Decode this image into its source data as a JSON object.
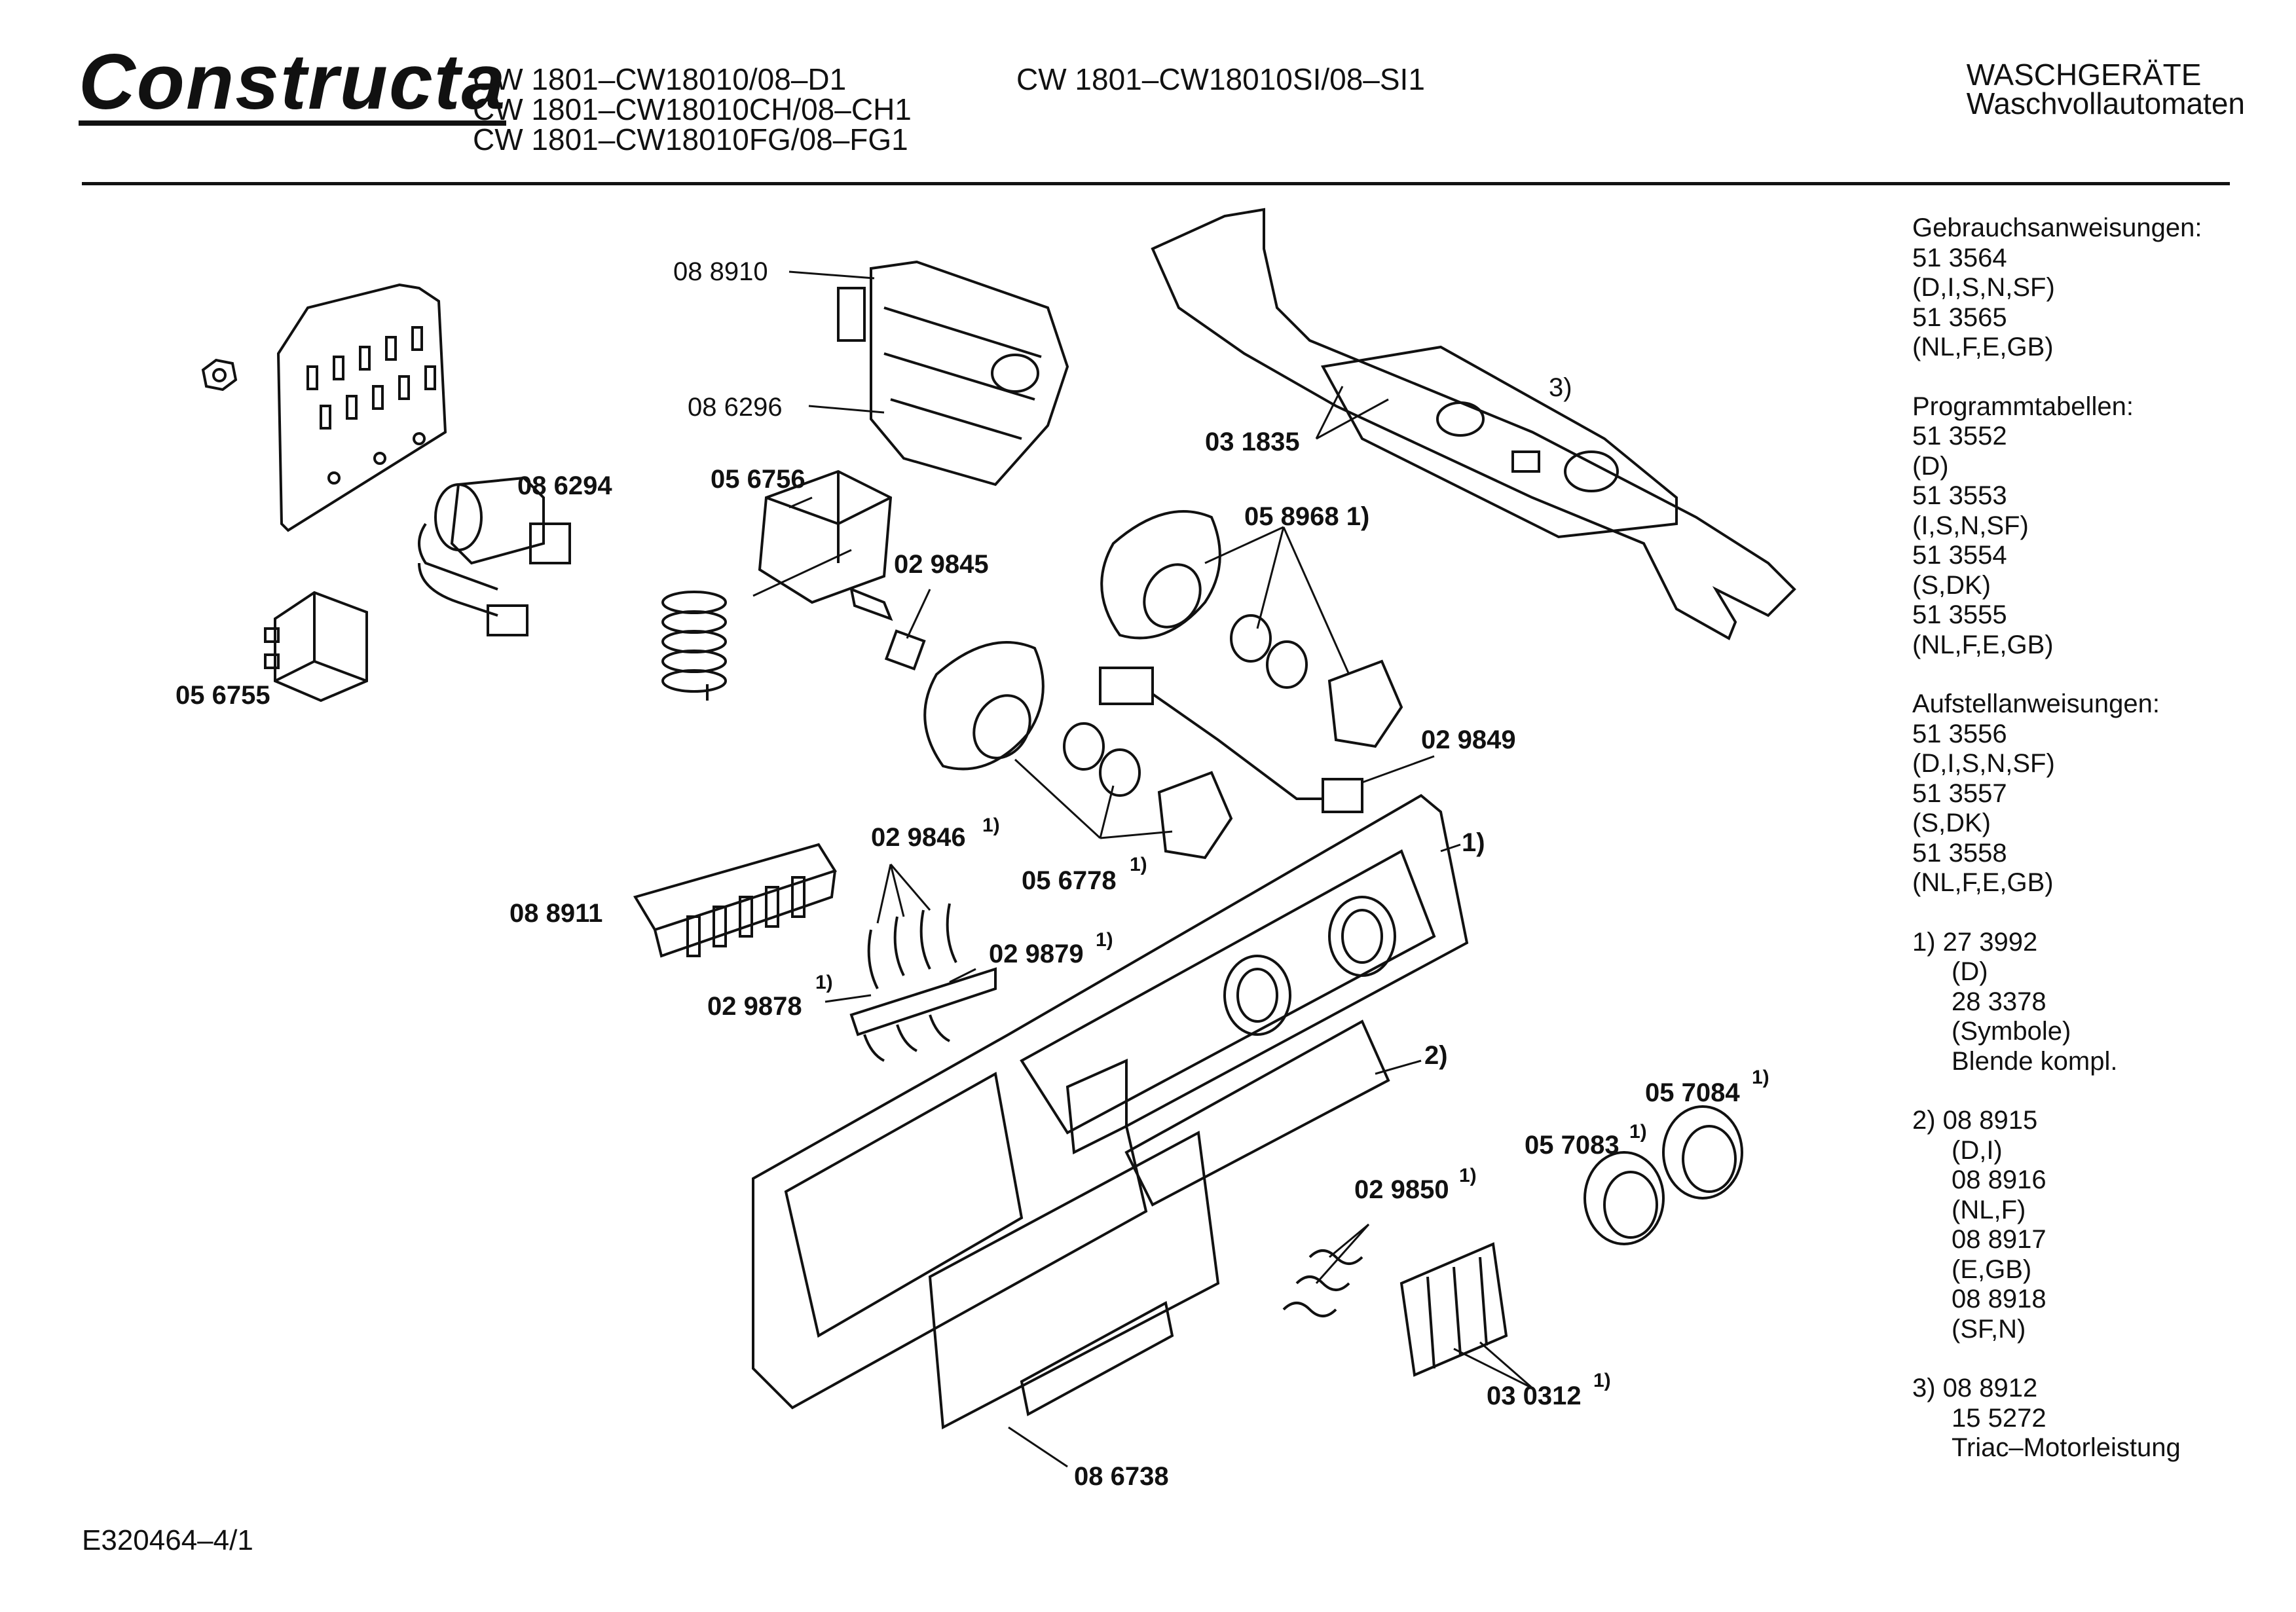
{
  "header": {
    "brand": "Constructa",
    "models_left": [
      "CW 1801–CW18010/08–D1",
      "CW 1801–CW18010CH/08–CH1",
      "CW 1801–CW18010FG/08–FG1"
    ],
    "models_right": [
      "CW 1801–CW18010SI/08–SI1"
    ],
    "category": "WASCHGERÄTE",
    "subcategory": "Waschvollautomaten"
  },
  "sidebar": {
    "manuals_title": "Gebrauchsanweisungen:",
    "manuals": [
      "51 3564",
      "(D,I,S,N,SF)",
      "51 3565",
      "(NL,F,E,GB)"
    ],
    "tables_title": "Programmtabellen:",
    "tables": [
      "51 3552",
      "(D)",
      "51 3553",
      "(I,S,N,SF)",
      "51 3554",
      "(S,DK)",
      "51 3555",
      "(NL,F,E,GB)"
    ],
    "install_title": "Aufstellanweisungen:",
    "install": [
      "51 3556",
      "(D,I,S,N,SF)",
      "51 3557",
      "(S,DK)",
      "51 3558",
      "(NL,F,E,GB)"
    ],
    "note1_head": "1)  27 3992",
    "note1": [
      "(D)",
      "28 3378",
      "(Symbole)",
      "Blende kompl."
    ],
    "note2_head": "2)  08 8915",
    "note2": [
      "(D,I)",
      "08 8916",
      "(NL,F)",
      "08 8917",
      "(E,GB)",
      "08 8918",
      "(SF,N)"
    ],
    "note3_head": "3)  08 8912",
    "note3": [
      "15 5272",
      "Triac–Motorleistung"
    ]
  },
  "part_labels": {
    "p088910": "08 8910",
    "p086296": "08 6296",
    "p086294": "08 6294",
    "p056756": "05 6756",
    "p029845": "02 9845",
    "p056755": "05 6755",
    "p031835": "03 1835",
    "p3": "3)",
    "p058968": "05 8968 1)",
    "p029849": "02 9849",
    "p029846": "02 9846",
    "p056778": "05 6778",
    "p1": "1)",
    "p088911": "08 8911",
    "p029879": "02 9879",
    "p029878": "02 9878",
    "p2": "2)",
    "p057084": "05 7084",
    "p057083": "05 7083",
    "p029850": "02 9850",
    "p030312": "03 0312",
    "p086738": "08 6738",
    "sup1": "1)"
  },
  "footer": {
    "ref": "E320464–4/1"
  }
}
